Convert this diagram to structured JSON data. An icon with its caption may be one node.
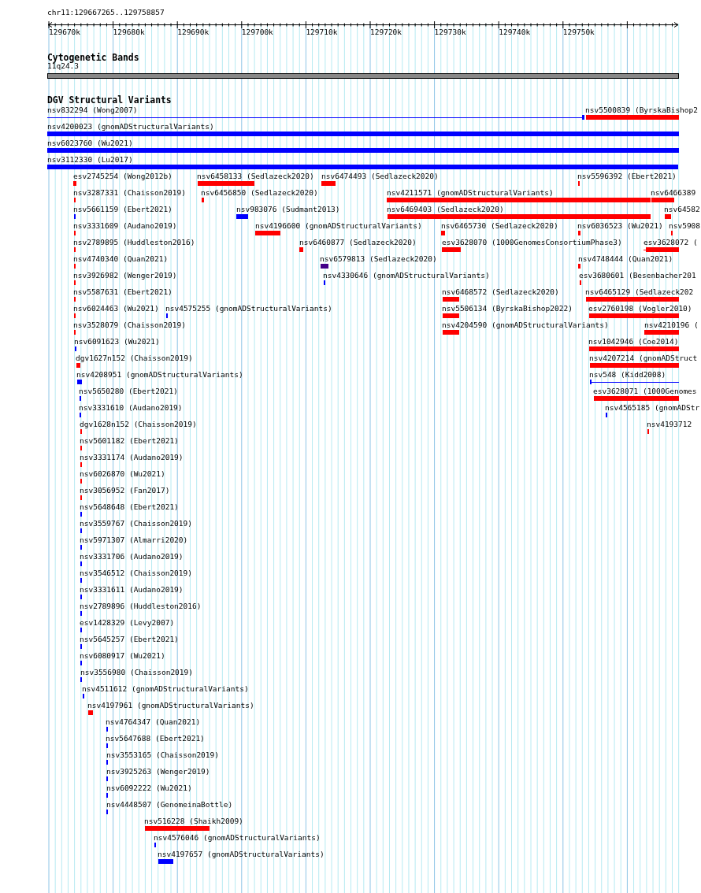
{
  "diagram": {
    "nodes": [
      {
        "text": [
          "11q24.3"
        ]
      },
      {
        "text": [
          "nsv832294 (Wong2007)"
        ]
      },
      {
        "text": [
          "nsv5500839 (ByrskaBishop2"
        ]
      },
      {
        "text": [
          "nsv4200023 (gnomADStructuralVariants)"
        ]
      },
      {
        "text": [
          "nsv6023760 (Wu2021)"
        ]
      },
      {
        "text": [
          "nsv3112330 (Lu2017)"
        ]
      },
      {
        "text": [
          "esv2745254 (Wong2012b)"
        ]
      },
      {
        "text": [
          "nsv6458133 (Sedlazeck2020)"
        ]
      },
      {
        "text": [
          "nsv6474493 (Sedlazeck2020)"
        ]
      },
      {
        "text": [
          "nsv5596392 (Ebert2021)"
        ]
      },
      {
        "text": [
          "nsv3287331 (Chaisson2019)"
        ]
      },
      {
        "text": [
          "nsv6456850 (Sedlazeck2020)"
        ]
      },
      {
        "text": [
          "nsv4211571 (gnomADStructuralVariants)"
        ]
      },
      {
        "text": [
          "nsv6466389"
        ]
      },
      {
        "text": [
          "nsv5661159 (Ebert2021)"
        ]
      },
      {
        "text": [
          "nsv983076 (Sudmant2013)"
        ]
      },
      {
        "text": [
          "nsv6469403 (Sedlazeck2020)"
        ]
      },
      {
        "text": [
          "nsv64582"
        ]
      },
      {
        "text": [
          "nsv3331609 (Audano2019)"
        ]
      },
      {
        "text": [
          "nsv4196600 (gnomADStructuralVariants)"
        ]
      },
      {
        "text": [
          "nsv6465730 (Sedlazeck2020)"
        ]
      },
      {
        "text": [
          "nsv6036523 (Wu2021)"
        ]
      },
      {
        "text": [
          "nsv5908"
        ]
      },
      {
        "text": [
          "nsv2789895 (Huddleston2016)"
        ]
      },
      {
        "text": [
          "nsv6460877 (Sedlazeck2020)"
        ]
      },
      {
        "text": [
          "esv3628070 (1000GenomesConsortiumPhase3)"
        ]
      },
      {
        "text": [
          "esv3628072 ("
        ]
      },
      {
        "text": [
          "nsv4740340 (Quan2021)"
        ]
      },
      {
        "text": [
          "nsv6579813 (Sedlazeck2020)"
        ]
      },
      {
        "text": [
          "nsv4748444 (Quan2021)"
        ]
      },
      {
        "text": [
          "nsv3926982 (Wenger2019)"
        ]
      },
      {
        "text": [
          "nsv4330646 (gnomADStructuralVariants)"
        ]
      },
      {
        "text": [
          "esv3680601 (Besenbacher201"
        ]
      },
      {
        "text": [
          "nsv5587631 (Ebert2021)"
        ]
      },
      {
        "text": [
          "nsv6468572 (Sedlazeck2020)"
        ]
      },
      {
        "text": [
          "nsv6465129 (Sedlazeck202"
        ]
      },
      {
        "text": [
          "nsv6024463 (Wu2021)"
        ]
      },
      {
        "text": [
          "nsv4575255 (gnomADStructuralVariants)"
        ]
      },
      {
        "text": [
          "nsv5506134 (ByrskaBishop2022)"
        ]
      },
      {
        "text": [
          "esv2760198 (Vogler2010)"
        ]
      },
      {
        "text": [
          "nsv3528079 (Chaisson2019)"
        ]
      },
      {
        "text": [
          "nsv4204590 (gnomADStructuralVariants)"
        ]
      },
      {
        "text": [
          "nsv4210196 ("
        ]
      },
      {
        "text": [
          "nsv6091623 (Wu2021)"
        ]
      },
      {
        "text": [
          "nsv1042946 (Coe2014)"
        ]
      },
      {
        "text": [
          "dgv1627n152 (Chaisson2019)"
        ]
      },
      {
        "text": [
          "nsv4207214 (gnomADStruct"
        ]
      },
      {
        "text": [
          "nsv4208951 (gnomADStructuralVariants)"
        ]
      },
      {
        "text": [
          "nsv548 (Kidd2008)"
        ]
      },
      {
        "text": [
          "nsv5650280 (Ebert2021)"
        ]
      },
      {
        "text": [
          "esv3628071 (1000Genomes"
        ]
      },
      {
        "text": [
          "nsv3331610 (Audano2019)"
        ]
      },
      {
        "text": [
          "nsv4565185 (gnomADStr"
        ]
      },
      {
        "text": [
          "dgv1628n152 (Chaisson2019)"
        ]
      },
      {
        "text": [
          "nsv4193712"
        ]
      },
      {
        "text": [
          "nsv5601182 (Ebert2021)"
        ]
      },
      {
        "text": [
          "nsv3331174 (Audano2019)"
        ]
      },
      {
        "text": [
          "nsv6026870 (Wu2021)"
        ]
      },
      {
        "text": [
          "nsv3056952 (Fan2017)"
        ]
      },
      {
        "text": [
          "nsv5648648 (Ebert2021)"
        ]
      },
      {
        "text": [
          "nsv3559767 (Chaisson2019)"
        ]
      },
      {
        "text": [
          "nsv5971307 (Almarri2020)"
        ]
      },
      {
        "text": [
          "nsv3331706 (Audano2019)"
        ]
      },
      {
        "text": [
          "nsv3546512 (Chaisson2019)"
        ]
      },
      {
        "text": [
          "nsv3331611 (Audano2019)"
        ]
      },
      {
        "text": [
          "nsv2789896 (Huddleston2016)"
        ]
      },
      {
        "text": [
          "esv1428329 (Levy2007)"
        ]
      },
      {
        "text": [
          "nsv5645257 (Ebert2021)"
        ]
      },
      {
        "text": [
          "nsv6080917 (Wu2021)"
        ]
      },
      {
        "text": [
          "nsv3556980 (Chaisson2019)"
        ]
      },
      {
        "text": [
          "nsv4511612 (gnomADStructuralVariants)"
        ]
      },
      {
        "text": [
          "nsv4197961 (gnomADStructuralVariants)"
        ]
      },
      {
        "text": [
          "nsv4764347 (Quan2021)"
        ]
      },
      {
        "text": [
          "nsv5647688 (Ebert2021)"
        ]
      },
      {
        "text": [
          "nsv3553165 (Chaisson2019)"
        ]
      },
      {
        "text": [
          "nsv3925263 (Wenger2019)"
        ]
      },
      {
        "text": [
          "nsv6092222 (Wu2021)"
        ]
      },
      {
        "text": [
          "nsv4448507 (GenomeinaBottle)"
        ]
      },
      {
        "text": [
          "nsv516228 (Shaikh2009)"
        ]
      },
      {
        "text": [
          "nsv4576046 (gnomADStructuralVariants)"
        ]
      },
      {
        "text": [
          "nsv4197657 (gnomADStructuralVariants)"
        ]
      }
    ],
    "labels": [
      "chr11:129667265..129758857",
      "129670k",
      "129680k",
      "129690k",
      "129700k",
      "129710k",
      "129720k",
      "129730k",
      "129740k",
      "129750k",
      "Cytogenetic Bands",
      "DGV Structural Variants"
    ]
  }
}
